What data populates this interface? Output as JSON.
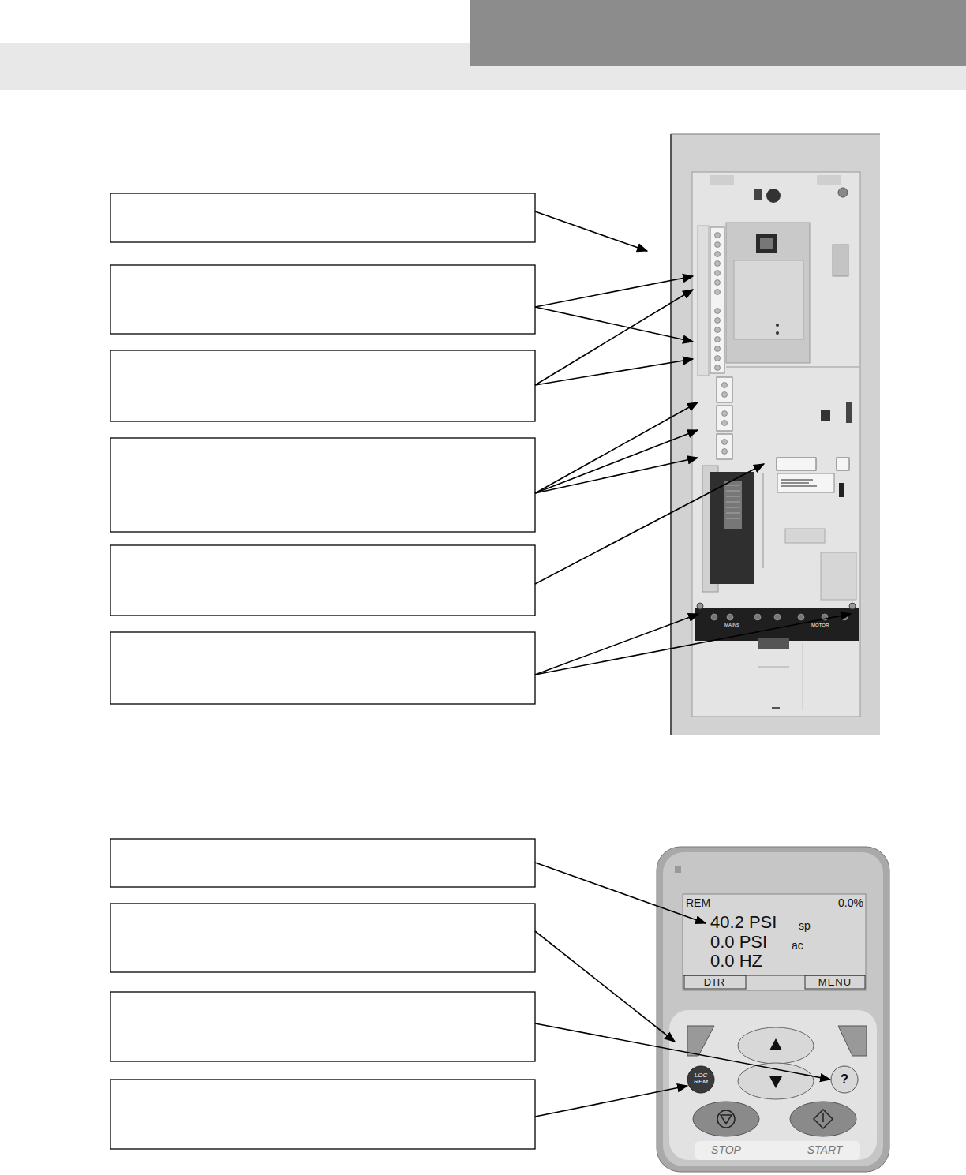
{
  "diagram": {
    "labels": [
      "MAINS",
      "MOTOR",
      "REM",
      "0.0%",
      "40.2 PSI",
      "sp",
      "0.0 PSI",
      "ac",
      "0.0 HZ",
      "DIR",
      "MENU",
      "?",
      "LOC REM",
      "STOP",
      "START"
    ]
  }
}
